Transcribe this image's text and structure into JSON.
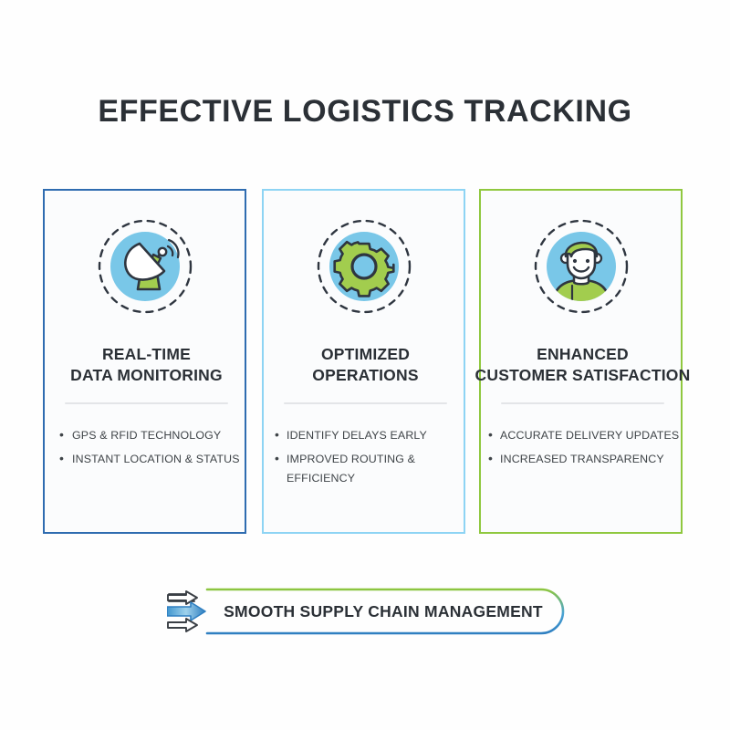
{
  "page": {
    "title": "EFFECTIVE LOGISTICS TRACKING",
    "background_color": "#fefefe"
  },
  "colors": {
    "title_text": "#2b3036",
    "body_text": "#3f4448",
    "card1_border": "#2f6cb0",
    "card2_border": "#8ed4f4",
    "card3_border": "#90c83f",
    "icon_circle": "#79c7e8",
    "icon_green": "#a2cd4e",
    "icon_outline": "#2f3640",
    "banner_gradient_start": "#8dc63f",
    "banner_gradient_end": "#2f7fc1",
    "divider": "#e3e5e8"
  },
  "cards": [
    {
      "id": "real-time-data-monitoring",
      "icon": "satellite-dish-icon",
      "title": "REAL-TIME\nDATA MONITORING",
      "bullets": [
        "GPS & RFID TECHNOLOGY",
        "INSTANT LOCATION & STATUS"
      ]
    },
    {
      "id": "optimized-operations",
      "icon": "gear-icon",
      "title": "OPTIMIZED\nOPERATIONS",
      "bullets": [
        "IDENTIFY DELAYS EARLY",
        "IMPROVED ROUTING & EFFICIENCY"
      ]
    },
    {
      "id": "enhanced-customer-satisfaction",
      "icon": "customer-avatar-icon",
      "title": "ENHANCED\nCUSTOMER SATISFACTION",
      "bullets": [
        "ACCURATE DELIVERY UPDATES",
        "INCREASED TRANSPARENCY"
      ]
    }
  ],
  "banner": {
    "icon": "triple-arrow-icon",
    "label": "SMOOTH SUPPLY CHAIN MANAGEMENT"
  }
}
